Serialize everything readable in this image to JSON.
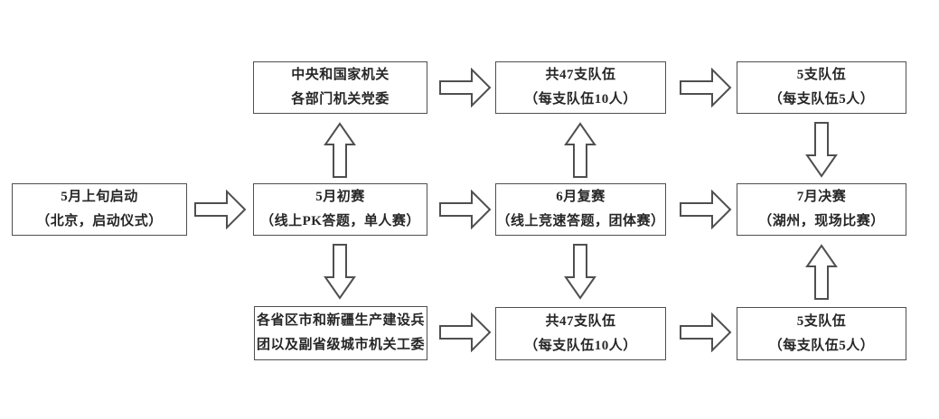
{
  "colors": {
    "line": "#4f4f4f",
    "text": "#262626",
    "background": "#ffffff"
  },
  "boxes": {
    "launch": {
      "line1": "5月上旬启动",
      "line2": "（北京，启动仪式）"
    },
    "central_organs": {
      "line1": "中央和国家机关",
      "line2": "各部门机关党委"
    },
    "may_preliminary": {
      "line1": "5月初赛",
      "line2": "（线上PK答题，单人赛）"
    },
    "provincial_organs": {
      "line1": "各省区市和新疆生产建设兵",
      "line2": "团以及副省级城市机关工委"
    },
    "top_47_teams": {
      "line1": "共47支队伍",
      "line2": "（每支队伍10人）"
    },
    "june_semifinal": {
      "line1": "6月复赛",
      "line2": "（线上竞速答题，团体赛）"
    },
    "bottom_47_teams": {
      "line1": "共47支队伍",
      "line2": "（每支队伍10人）"
    },
    "top_5_teams": {
      "line1": "5支队伍",
      "line2": "（每支队伍5人）"
    },
    "july_final": {
      "line1": "7月决赛",
      "line2": "（湖州，现场比赛）"
    },
    "bottom_5_teams": {
      "line1": "5支队伍",
      "line2": "（每支队伍5人）"
    }
  }
}
